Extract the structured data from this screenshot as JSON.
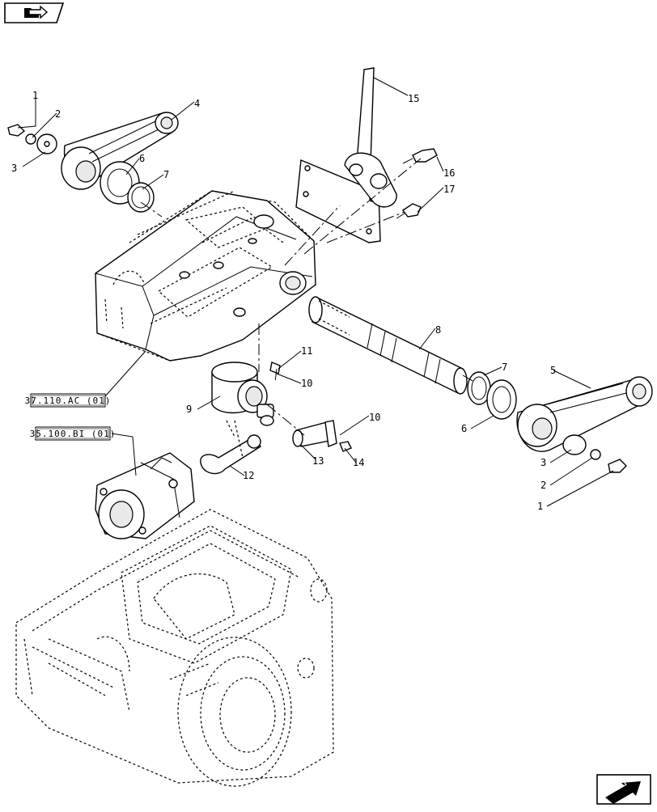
{
  "diagram": {
    "references": [
      {
        "id": "ref-a",
        "label": "37.110.AC (01)"
      },
      {
        "id": "ref-b",
        "label": "35.100.BI (01)"
      }
    ],
    "callouts": [
      "1",
      "2",
      "3",
      "4",
      "5",
      "6",
      "7",
      "8",
      "9",
      "10",
      "11",
      "12",
      "13",
      "14",
      "15",
      "16",
      "17"
    ],
    "callouts_right": {
      "n7": "7",
      "n6": "6",
      "n5": "5",
      "n3": "3",
      "n2": "2",
      "n1": "1",
      "n10b": "10",
      "n14": "14",
      "n13": "13",
      "n12": "12",
      "n9": "9",
      "n10a": "10",
      "n11": "11",
      "n8": "8",
      "n15": "15",
      "n16": "16",
      "n17": "17"
    },
    "callouts_left": {
      "n1": "1",
      "n2": "2",
      "n3": "3",
      "n4": "4",
      "n6": "6",
      "n7": "7"
    }
  },
  "nav": {
    "top_left_icon": "folder-arrow-icon",
    "bottom_right_icon": "next-page-arrow-icon"
  }
}
